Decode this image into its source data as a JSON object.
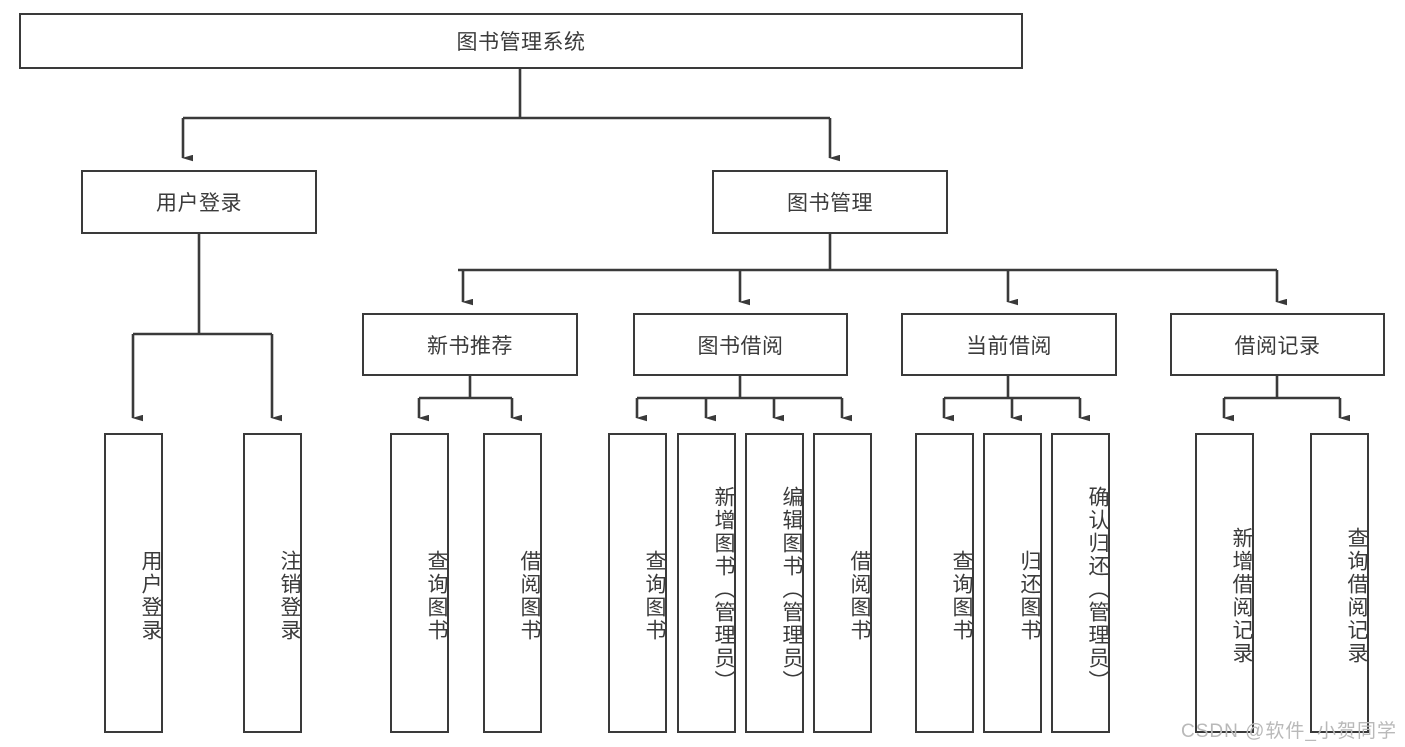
{
  "diagram": {
    "type": "tree",
    "orientation": "top-down",
    "root": {
      "label": "图书管理系统"
    },
    "level2": [
      {
        "label": "用户登录"
      },
      {
        "label": "图书管理"
      }
    ],
    "level3": [
      {
        "label": "新书推荐"
      },
      {
        "label": "图书借阅"
      },
      {
        "label": "当前借阅"
      },
      {
        "label": "借阅记录"
      }
    ],
    "leaves": {
      "user_login": [
        {
          "label": "用户登录"
        },
        {
          "label": "注销登录"
        }
      ],
      "new_book_recommend": [
        {
          "label": "查询图书"
        },
        {
          "label": "借阅图书"
        }
      ],
      "book_borrow": [
        {
          "label": "查询图书"
        },
        {
          "label": "新增图书（管理员）"
        },
        {
          "label": "编辑图书（管理员）"
        },
        {
          "label": "借阅图书"
        }
      ],
      "current_borrow": [
        {
          "label": "查询图书"
        },
        {
          "label": "归还图书"
        },
        {
          "label": "确认归还（管理员）"
        }
      ],
      "borrow_records": [
        {
          "label": "新增借阅记录"
        },
        {
          "label": "查询借阅记录"
        }
      ]
    }
  },
  "watermark": {
    "text": "CSDN @软件_小贺同学"
  },
  "colors": {
    "stroke": "#3a3a3a",
    "box_fill": "#ffffff",
    "text": "#3b3b3b",
    "watermark": "#b9b9b9",
    "background": "#ffffff"
  }
}
